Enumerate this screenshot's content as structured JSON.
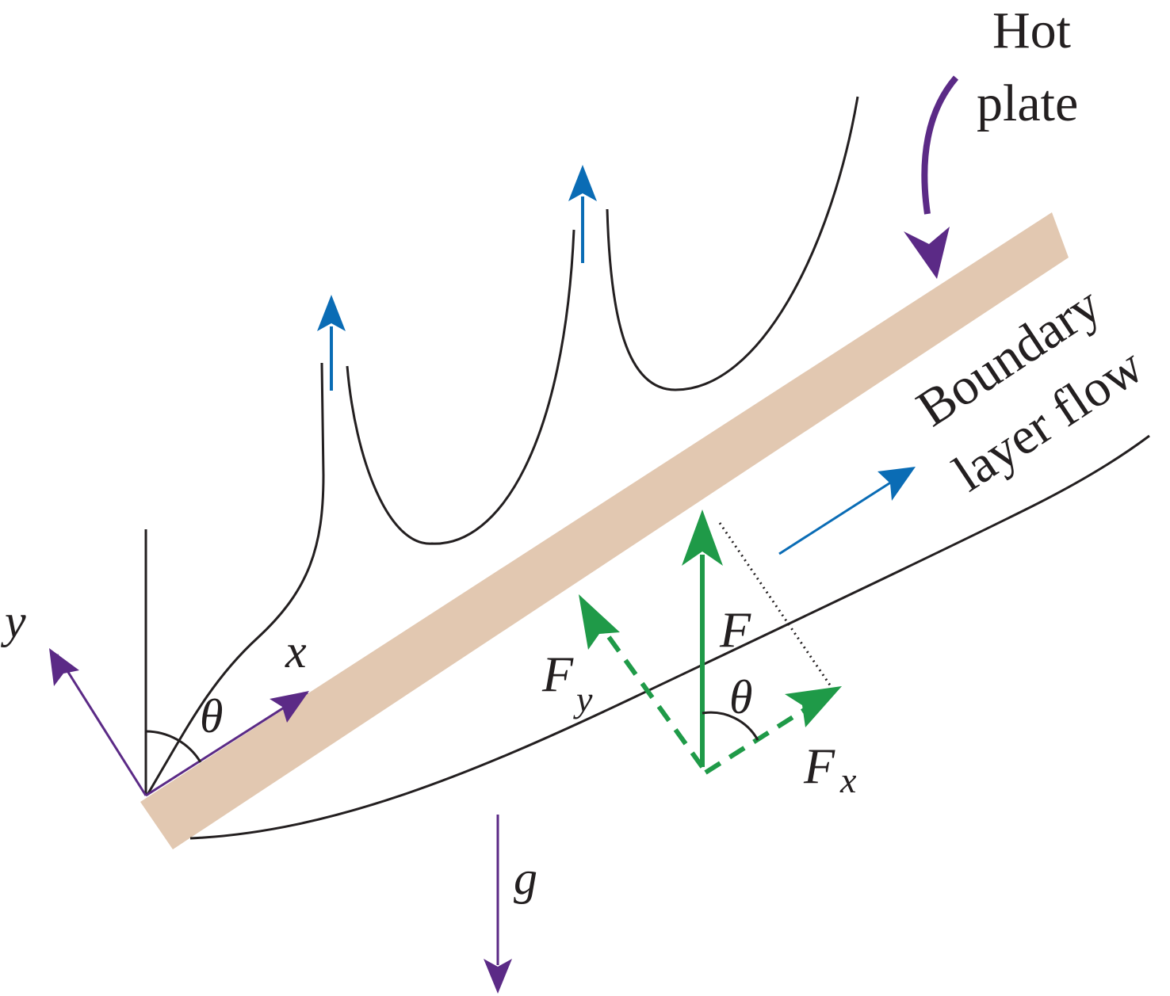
{
  "colors": {
    "plate": "#e2c8b1",
    "line": "#231f20",
    "purple": "#5b2a86",
    "blue": "#0a6cb5",
    "green": "#1f9a48"
  },
  "labels": {
    "hot_plate_line1": "Hot",
    "hot_plate_line2": "plate",
    "boundary_line1": "Boundary",
    "boundary_line2": "layer flow",
    "axis_y": "y",
    "axis_x": "x",
    "theta": "θ",
    "force": "F",
    "force_y": "F",
    "force_y_sub": "y",
    "force_x": "F",
    "force_x_sub": "x",
    "gravity": "g"
  }
}
